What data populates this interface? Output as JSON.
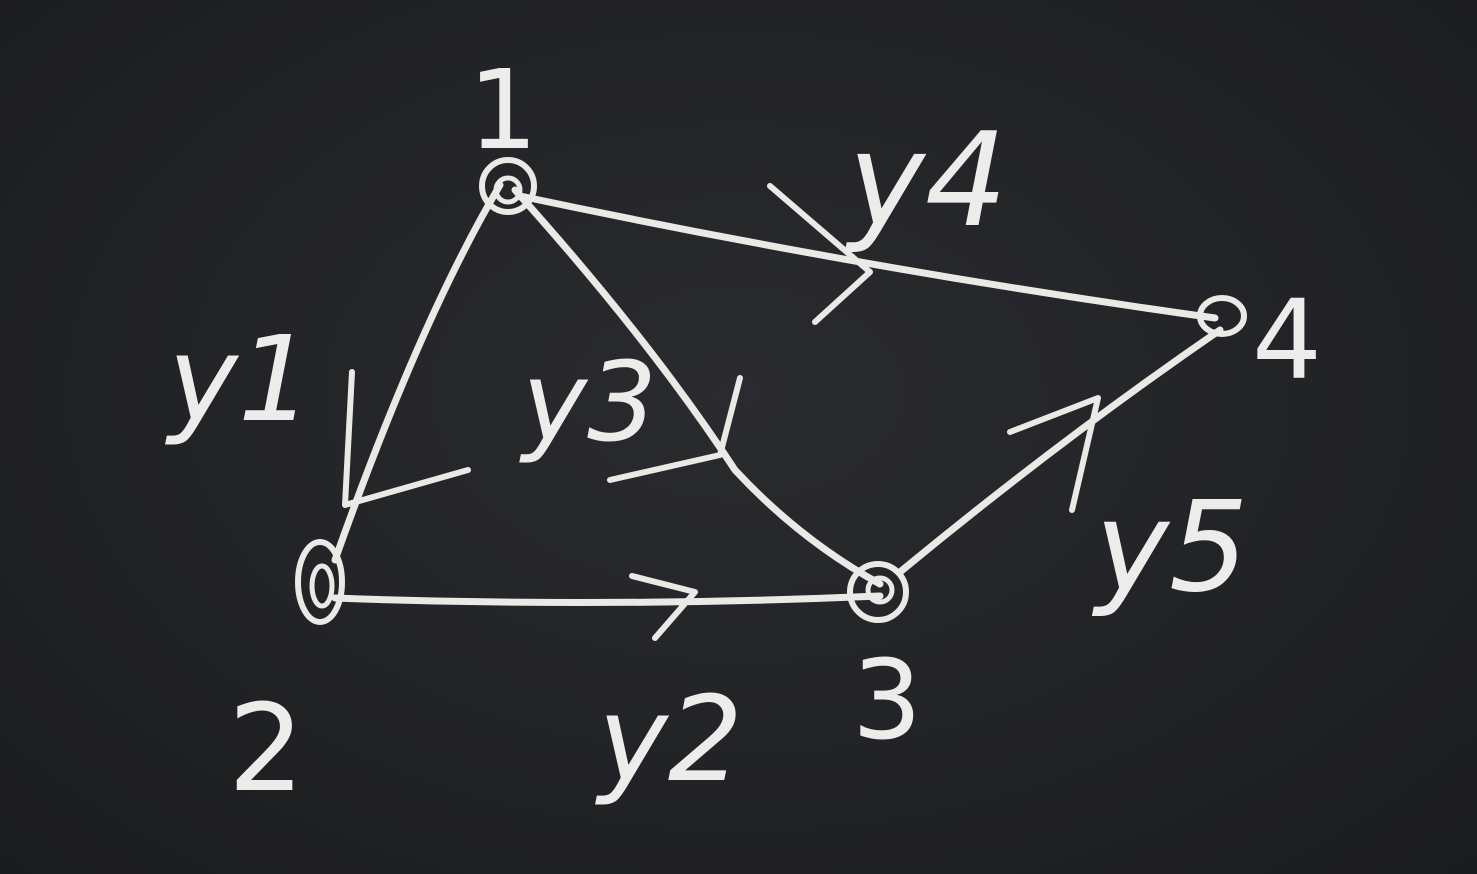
{
  "diagram": {
    "nodes": [
      {
        "id": "1",
        "label": "1"
      },
      {
        "id": "2",
        "label": "2"
      },
      {
        "id": "3",
        "label": "3"
      },
      {
        "id": "4",
        "label": "4"
      }
    ],
    "edges": [
      {
        "id": "y1",
        "from": "1",
        "to": "2",
        "label": "y1",
        "directed": true
      },
      {
        "id": "y2",
        "from": "2",
        "to": "3",
        "label": "y2",
        "directed": true
      },
      {
        "id": "y3",
        "from": "1",
        "to": "3",
        "label": "y3",
        "directed": true
      },
      {
        "id": "y4",
        "from": "1",
        "to": "4",
        "label": "y4",
        "directed": true
      },
      {
        "id": "y5",
        "from": "3",
        "to": "4",
        "label": "y5",
        "directed": true
      }
    ]
  },
  "colors": {
    "chalk": "#e9e9e6",
    "board": "#222326"
  }
}
